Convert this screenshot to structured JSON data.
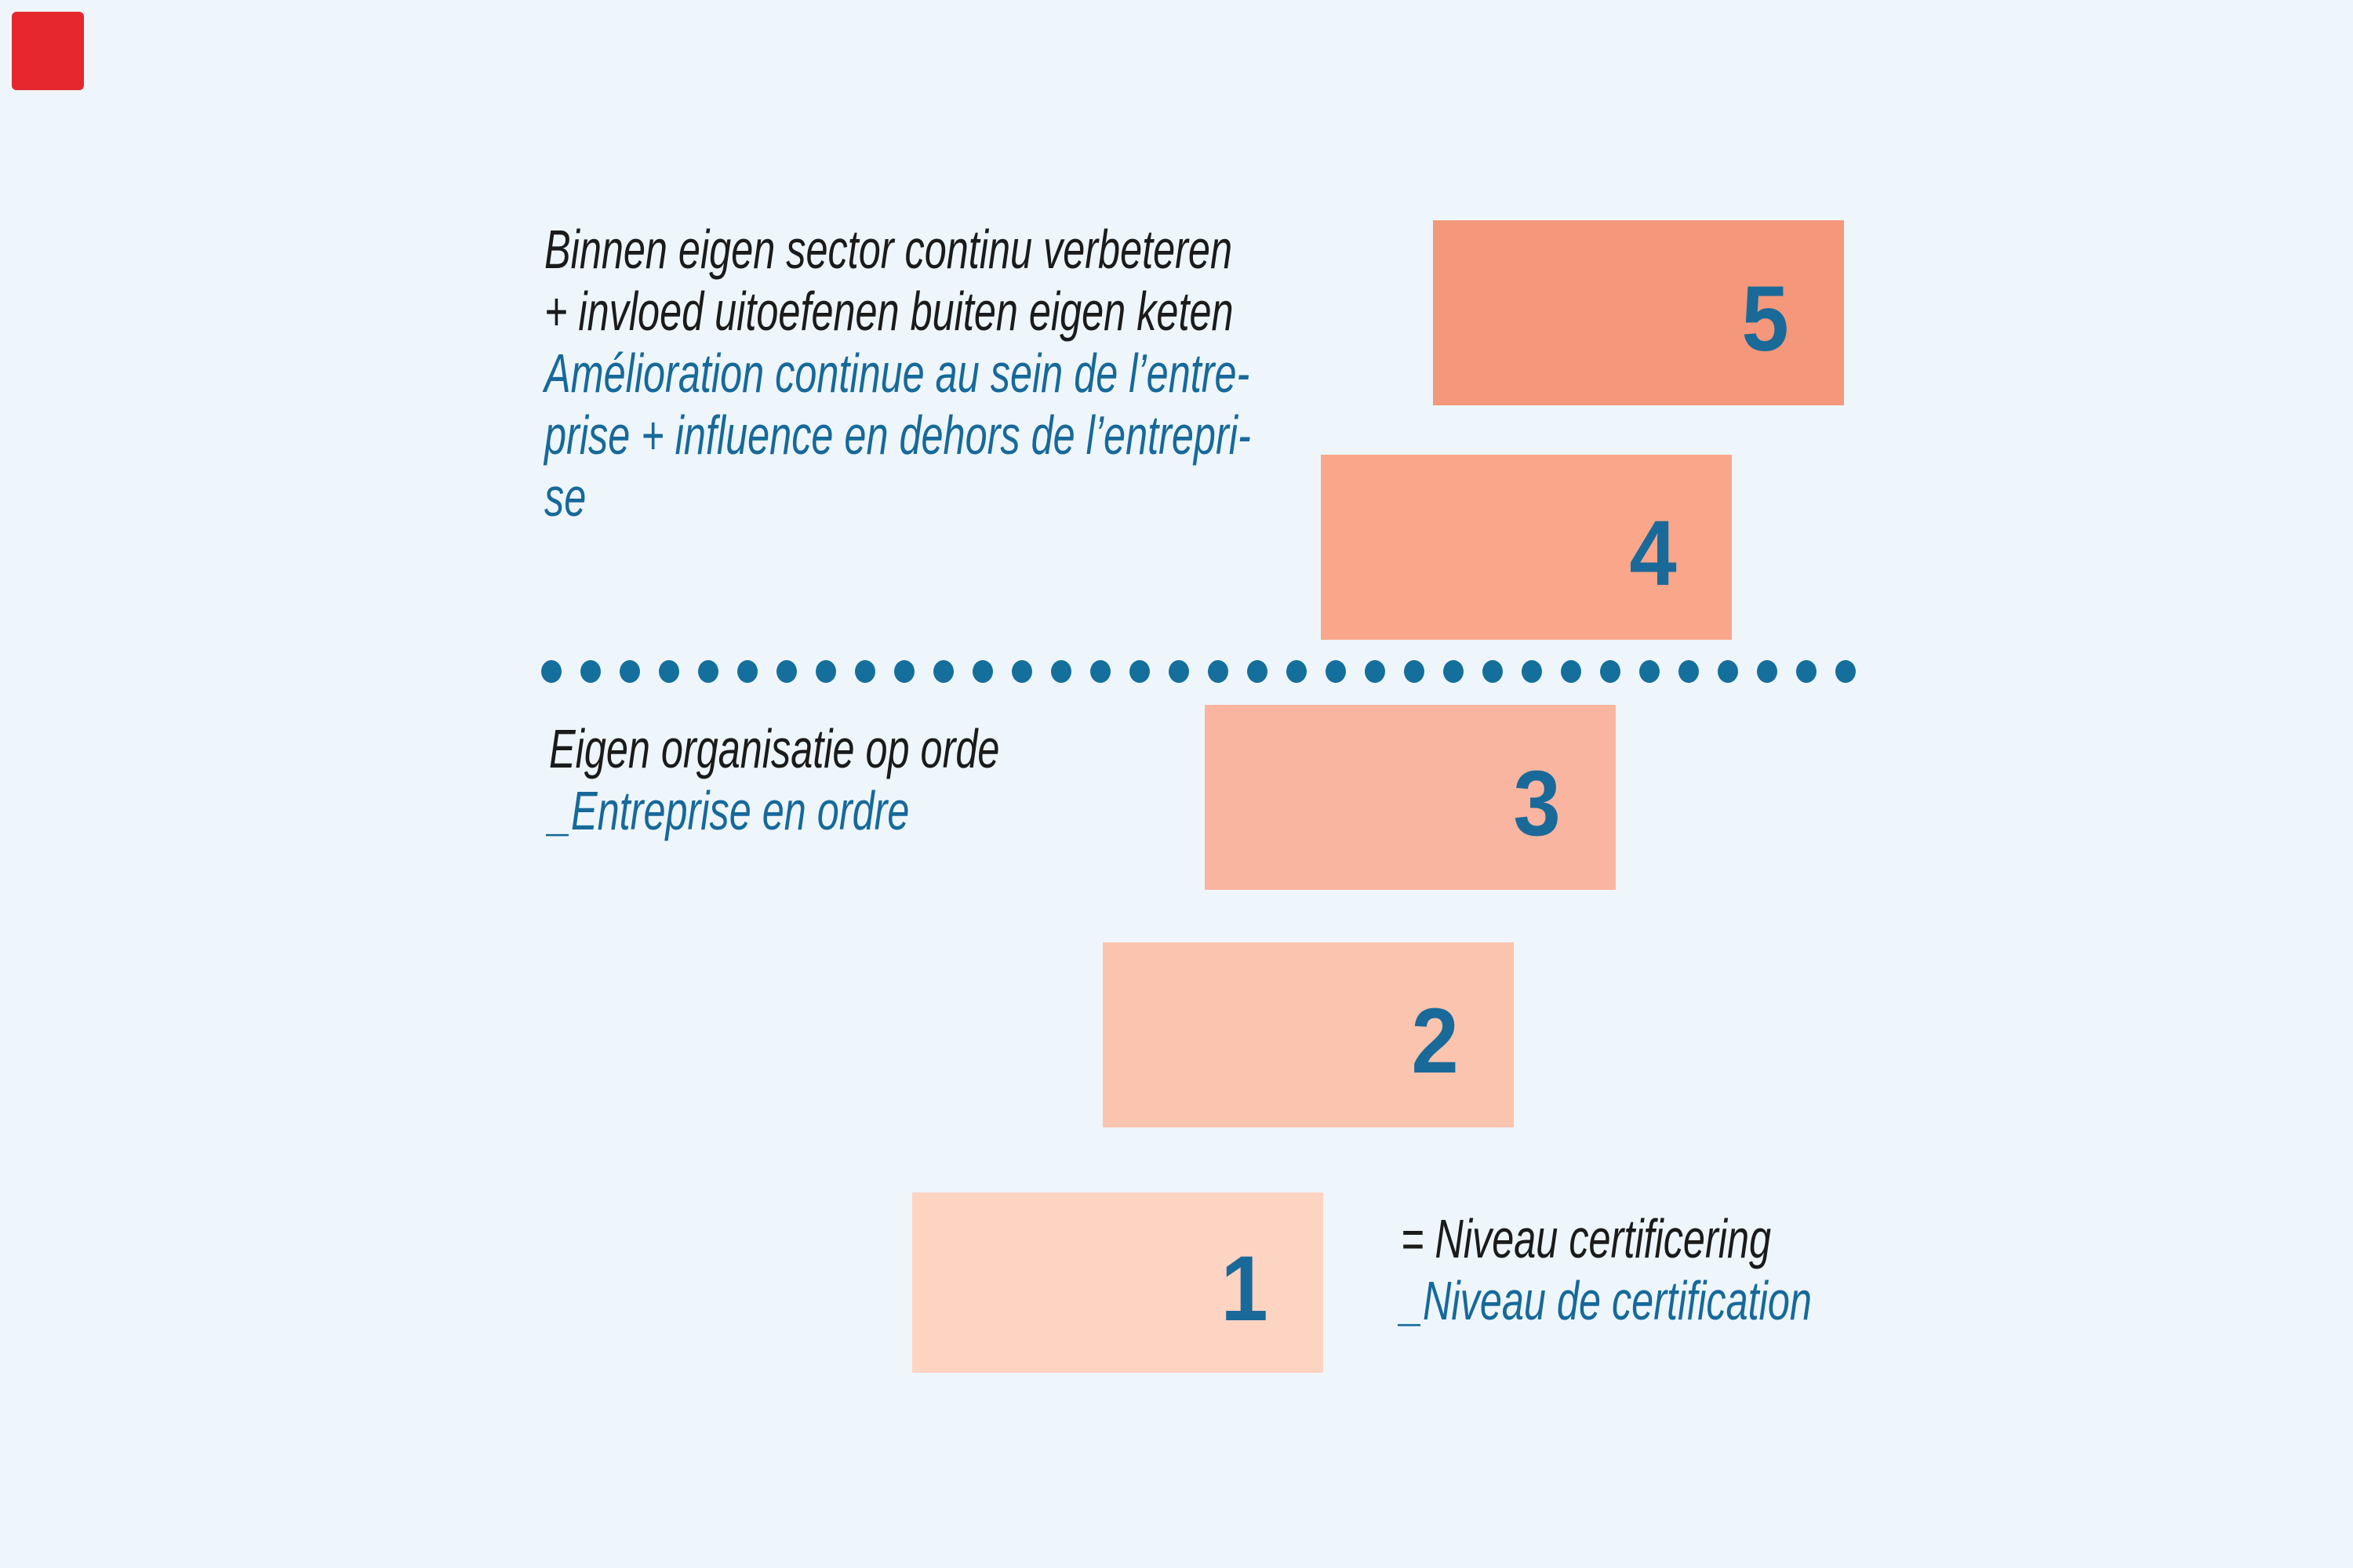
{
  "diagram": {
    "background_color": "#eef6fc",
    "brand_mark": {
      "color": "#e5282e"
    },
    "level_number_color": "#1a6a99",
    "separator": {
      "dot_count": 34,
      "color": "#156f9c"
    },
    "text_colors": {
      "nl": "#1b1b1b",
      "fr": "#17699a"
    },
    "levels": [
      {
        "number": "5",
        "color": "#f4977a"
      },
      {
        "number": "4",
        "color": "#f9a68b"
      },
      {
        "number": "3",
        "color": "#fab5a0"
      },
      {
        "number": "2",
        "color": "#fbc4ae"
      },
      {
        "number": "1",
        "color": "#fdd3c2"
      }
    ],
    "annotations": {
      "upper": {
        "nl_line1": "Binnen eigen sector continu verbeteren",
        "nl_line2": "+ invloed uitoefenen buiten eigen keten",
        "fr_line1": "Amélioration continue au sein de l’entre-",
        "fr_line2": "prise + influence en dehors de l’entrepri-",
        "fr_line3": "se"
      },
      "lower": {
        "nl_line1": "Eigen organisatie op orde",
        "fr_line1": "_Entreprise en ordre"
      },
      "legend": {
        "nl_line1": "= Niveau certificering",
        "fr_line1": "_Niveau de certification"
      }
    }
  }
}
